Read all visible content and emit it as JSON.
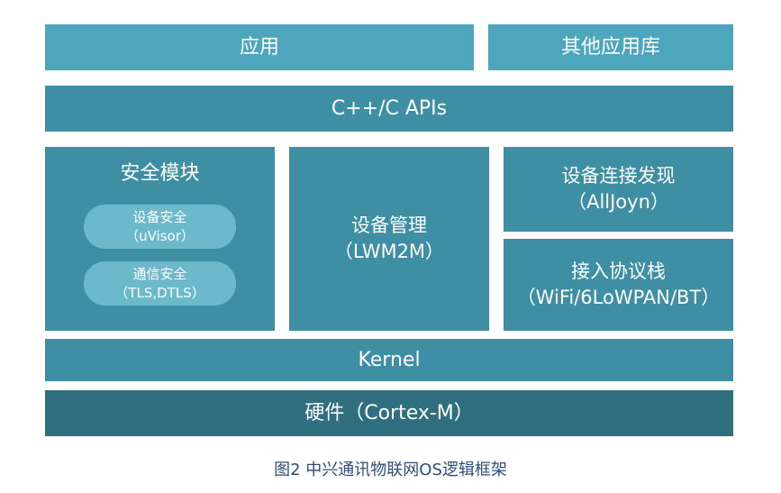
{
  "blocks": {
    "apps": "应用",
    "other_libs": "其他应用库",
    "apis": "C++/C APIs",
    "security": {
      "title": "安全模块",
      "device_security": {
        "line1": "设备安全",
        "line2": "（uVisor）"
      },
      "comm_security": {
        "line1": "通信安全",
        "line2": "（TLS,DTLS）"
      }
    },
    "device_mgmt": {
      "line1": "设备管理",
      "line2": "（LWM2M）"
    },
    "discovery": {
      "line1": "设备连接发现",
      "line2": "（AllJoyn）"
    },
    "access": {
      "line1": "接入协议栈",
      "line2": "（WiFi/6LoWPAN/BT）"
    },
    "kernel": "Kernel",
    "hardware": "硬件（Cortex-M）"
  },
  "caption": "图2  中兴通讯物联网OS逻辑框架",
  "colors": {
    "light": "#4ea6bd",
    "medium": "#3e8fa3",
    "dark": "#2f6f80",
    "pill": "#6cb9cc",
    "caption": "#2f4e7a"
  }
}
